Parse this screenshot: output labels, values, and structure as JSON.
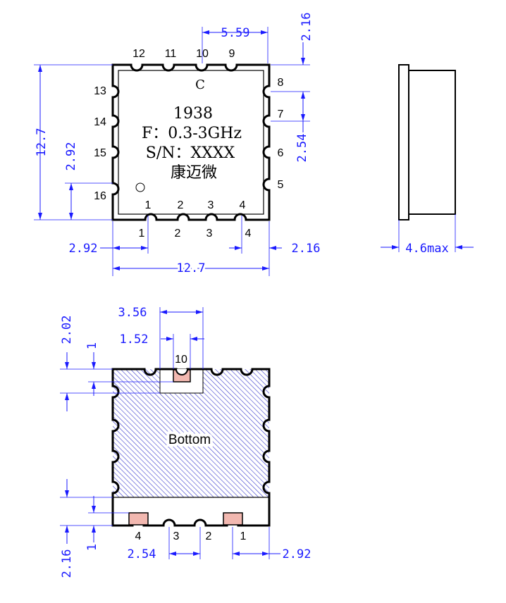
{
  "top_view": {
    "pins_top": [
      "12",
      "11",
      "10",
      "9"
    ],
    "pins_right": [
      "8",
      "7",
      "6",
      "5"
    ],
    "pins_left": [
      "13",
      "14",
      "15",
      "16"
    ],
    "pins_bottom_inner": [
      "1",
      "2",
      "3",
      "4"
    ],
    "pins_bottom_outer": [
      "1",
      "2",
      "3",
      "4"
    ],
    "marking": {
      "line0": "C",
      "line1": "1938",
      "line2": "F：0.3-3GHz",
      "line3": "S/N：XXXX",
      "line4": "康迈微"
    },
    "dims": {
      "top_pitch": "5.59",
      "top_offset": "2.16",
      "height": "12.7",
      "left_offset": "2.92",
      "right_pitch": "2.54",
      "bottom_left": "2.92",
      "bottom_right": "2.16",
      "width": "12.7"
    }
  },
  "side_view": {
    "height_label": "4.6max"
  },
  "bottom_view": {
    "label": "Bottom",
    "pin_top": "10",
    "pins_bottom": [
      "4",
      "3",
      "2",
      "1"
    ],
    "dims": {
      "pad_window": "3.56",
      "pad_width": "1.52",
      "top_edge": "2.02",
      "top_pad": "1",
      "bottom_edge": "2.16",
      "bottom_pad": "1",
      "pitch": "2.54",
      "right_offset": "2.92"
    }
  },
  "colors": {
    "dimension": "#1a1aff",
    "pad": "#f2b8b0",
    "hatch": "#3a3acc"
  }
}
